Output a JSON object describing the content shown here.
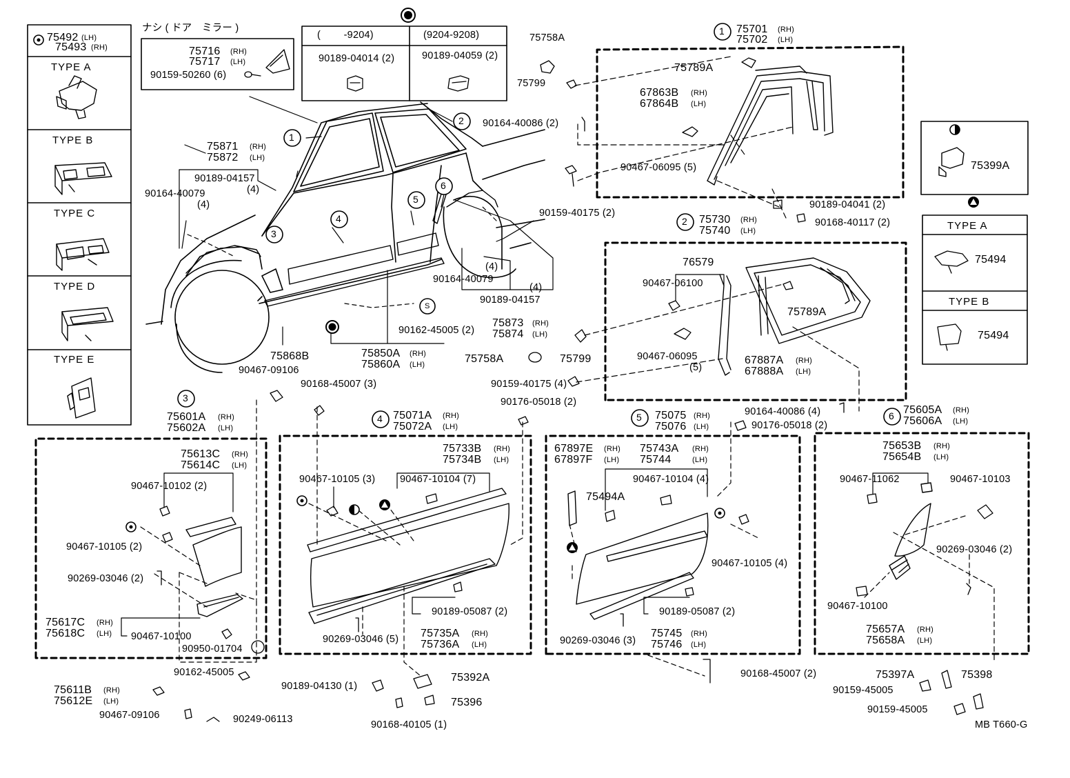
{
  "legend": {
    "top_left_symbol": "◎",
    "top_left_parts": [
      "75492",
      "75493"
    ],
    "sides": [
      "(LH)",
      "(RH)"
    ],
    "types": [
      {
        "label": "TYPE A"
      },
      {
        "label": "TYPE B"
      },
      {
        "label": "TYPE C"
      },
      {
        "label": "TYPE D"
      },
      {
        "label": "TYPE E"
      }
    ]
  },
  "mirror_box": {
    "header": "ナシ ( ドア　ミラー )",
    "parts": [
      "75716",
      "75717"
    ],
    "sides": [
      "(RH)",
      "(LH)"
    ],
    "screw": "90159-50260 (6)"
  },
  "clip_table": {
    "symbol": "●",
    "col1_header": "(　　 -9204)",
    "col2_header": "(9204-9208)",
    "col1_part": "90189-04014 (2)",
    "col2_part": "90189-04059 (2)"
  },
  "half_circle_box": {
    "part": "75399A"
  },
  "triangle_box": {
    "rows": [
      {
        "label": "TYPE A",
        "part": "75494"
      },
      {
        "label": "TYPE B",
        "part": "75494"
      }
    ]
  },
  "callouts": [
    "1",
    "2",
    "3",
    "4",
    "5",
    "6",
    "S"
  ],
  "labels": {
    "p75758a_top": "75758A",
    "p75799_top": "75799",
    "p90164_40086_2": "90164-40086 (2)",
    "p90159_40175_2": "90159-40175 (2)",
    "p90189_04041": "90189-04041 (2)",
    "p90168_40117": "90168-40117 (2)",
    "g1_parts": [
      "75701",
      "75702"
    ],
    "g1_sides": [
      "(RH)",
      "(LH)"
    ],
    "p75789a_1": "75789A",
    "p67863": [
      "67863B",
      "67864B"
    ],
    "p90467_06095_5": "90467-06095 (5)",
    "g2_parts": [
      "75730",
      "75740"
    ],
    "g2_sides": [
      "(RH)",
      "(LH)"
    ],
    "p76579": "76579",
    "p90467_06100": "90467-06100",
    "p75789a_2": "75789A",
    "p90467_06095_b": "90467-06095",
    "p_count5": "(5)",
    "p67887": [
      "67887A",
      "67888A"
    ],
    "p75758a_mid": "75758A",
    "p75799_mid": "75799",
    "p90159_40175_4": "90159-40175 (4)",
    "p75871": [
      "75871",
      "75872"
    ],
    "p90189_04157_a": "90189-04157",
    "p90164_40079_a": "90164-40079",
    "p_count4": "(4)",
    "p90164_40079_b": "90164-40079",
    "p90189_04157_b": "90189-04157",
    "p75873": [
      "75873",
      "75874"
    ],
    "p75868b": "75868B",
    "p90162_45005_2": "90162-45005 (2)",
    "p75850": [
      "75850A",
      "75860A"
    ],
    "p90467_09106_a": "90467-09106",
    "p90168_45007_3": "90168-45007 (3)",
    "p90176_05018_2a": "90176-05018 (2)",
    "p90164_40086_4": "90164-40086 (4)",
    "p90176_05018_2b": "90176-05018 (2)",
    "g3_parts": [
      "75601A",
      "75602A"
    ],
    "p75613": [
      "75613C",
      "75614C"
    ],
    "p90467_10102": "90467-10102 (2)",
    "p90467_10105_2": "90467-10105 (2)",
    "p90269_03046_2a": "90269-03046 (2)",
    "p75617": [
      "75617C",
      "75618C"
    ],
    "p90467_10100_a": "90467-10100",
    "p90950_01704": "90950-01704",
    "p90162_45005": "90162-45005",
    "p75611": [
      "75611B",
      "75612E"
    ],
    "p90467_09106_b": "90467-09106",
    "p90249_06113": "90249-06113",
    "g4_parts": [
      "75071A",
      "75072A"
    ],
    "p75733": [
      "75733B",
      "75734B"
    ],
    "p90467_10105_3": "90467-10105 (3)",
    "p90467_10104_7": "90467-10104 (7)",
    "p90189_05087_a": "90189-05087 (2)",
    "p90269_03046_5": "90269-03046 (5)",
    "p75735": [
      "75735A",
      "75736A"
    ],
    "p90189_04130": "90189-04130 (1)",
    "p75392a": "75392A",
    "p75396": "75396",
    "p90168_40105": "90168-40105 (1)",
    "g5_parts": [
      "75075",
      "75076"
    ],
    "p67897": [
      "67897E",
      "67897F"
    ],
    "p75743": [
      "75743A",
      "75744"
    ],
    "p90467_10104_4": "90467-10104 (4)",
    "p75494a": "75494A",
    "p90467_10105_4": "90467-10105 (4)",
    "p90189_05087_b": "90189-05087 (2)",
    "p90269_03046_3": "90269-03046 (3)",
    "p75745": [
      "75745",
      "75746"
    ],
    "p90168_45007_2": "90168-45007 (2)",
    "g6_parts": [
      "75605A",
      "75606A"
    ],
    "p75653": [
      "75653B",
      "75654B"
    ],
    "p90467_11062": "90467-11062",
    "p90467_10103": "90467-10103",
    "p90269_03046_2b": "90269-03046 (2)",
    "p90467_10100_b": "90467-10100",
    "p75657": [
      "75657A",
      "75658A"
    ],
    "p75397a": "75397A",
    "p75398": "75398",
    "p90159_45005_a": "90159-45005",
    "p90159_45005_b": "90159-45005",
    "footer": "MB T660-G"
  },
  "side_marks": {
    "rh": "(RH)",
    "lh": "(LH)"
  }
}
